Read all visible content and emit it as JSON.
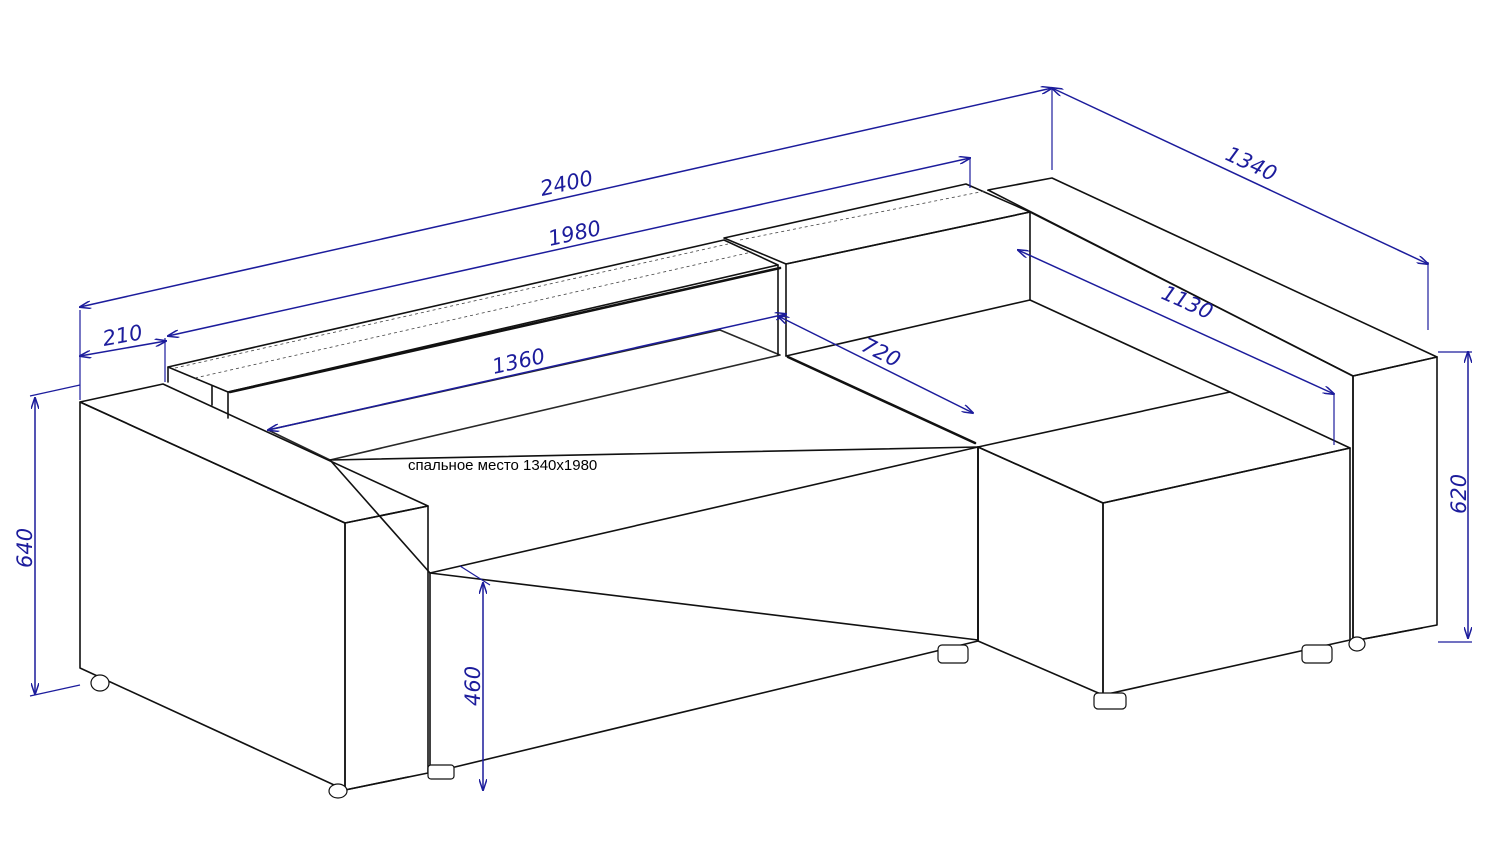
{
  "drawing": {
    "caption": "спальное место 1340x1980",
    "line_color": "#111111",
    "dimension_color": "#1c1c9c"
  },
  "dimensions": {
    "total_length": "2400",
    "back_length": "1980",
    "armrest_width": "210",
    "seat_length": "1360",
    "chaise_seat_depth": "720",
    "chaise_length": "1130",
    "total_depth": "1340",
    "chaise_height": "620",
    "armrest_height": "640",
    "seat_height": "460"
  }
}
